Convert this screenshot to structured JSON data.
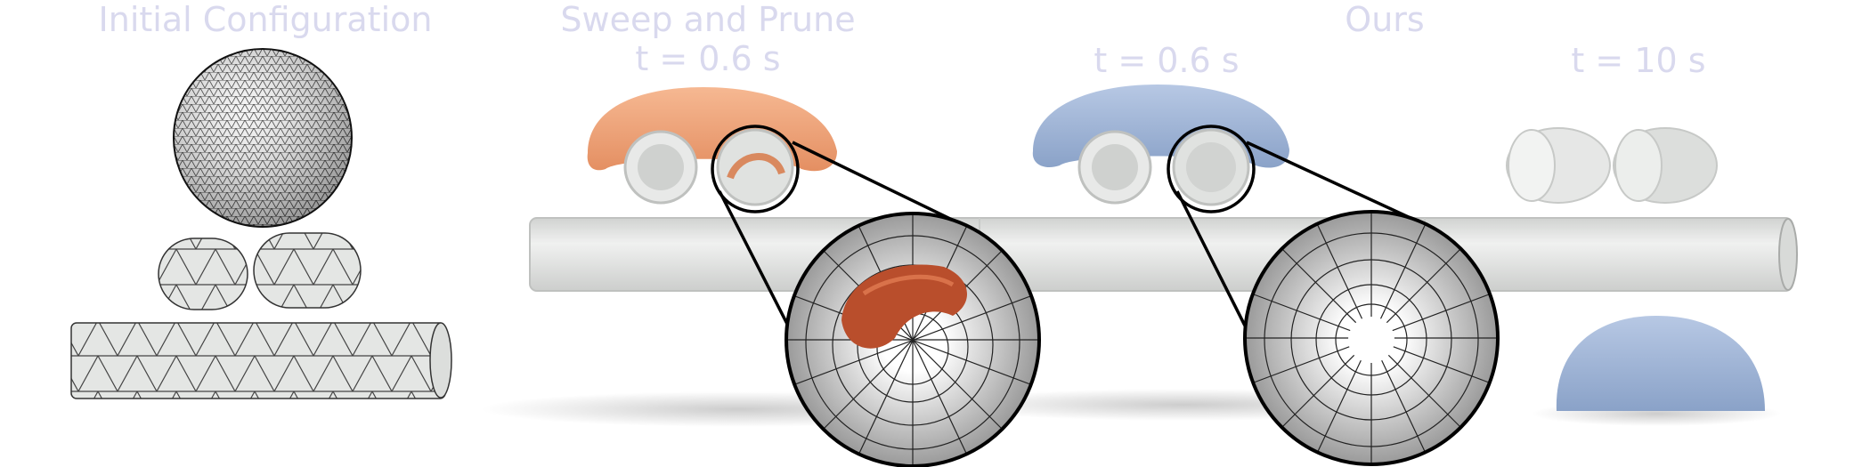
{
  "labels": {
    "initial": "Initial Configuration",
    "sweep_title": "Sweep and Prune",
    "sweep_time": "t = 0.6 s",
    "ours_title": "Ours",
    "ours_time_a": "t = 0.6 s",
    "ours_time_b": "t = 10 s"
  },
  "colors": {
    "sweep_blob": "#f0a57e",
    "sweep_blob_inner": "#b94e2c",
    "ours_blob": "#a3b7d8",
    "gray_object": "#d9dbd9",
    "label_text": "#d9d9ee"
  }
}
